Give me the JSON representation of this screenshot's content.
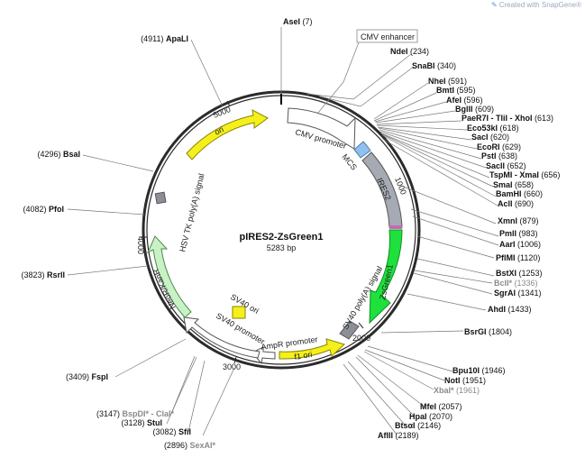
{
  "watermark": "Created with SnapGene®",
  "plasmid": {
    "name": "pIRES2-ZsGreen1",
    "size": "5283 bp"
  },
  "ticks": [
    "1000",
    "2000",
    "3000",
    "4000",
    "5000"
  ],
  "feature_labels": {
    "cmv_enhancer": "CMV enhancer",
    "cmv_promoter": "CMV promoter",
    "mcs": "MCS",
    "ires2": "IRES2",
    "zsgreen1": "ZsGreen1",
    "sv40_polya": "SV40 poly(A) signal",
    "f1_ori": "f1 ori",
    "ampr_promoter": "AmpR promoter",
    "sv40_promoter": "SV40 promoter",
    "sv40_ori": "SV40 ori",
    "neor": "NeoR/KanR",
    "hsv_tk": "HSV TK poly(A) signal",
    "ori": "ori"
  },
  "sites": [
    {
      "name": "AseI",
      "pos": "(7)"
    },
    {
      "name": "NdeI",
      "pos": "(234)"
    },
    {
      "name": "SnaBI",
      "pos": "(340)"
    },
    {
      "name": "NheI",
      "pos": "(591)"
    },
    {
      "name": "BmtI",
      "pos": "(595)"
    },
    {
      "name": "AfeI",
      "pos": "(596)"
    },
    {
      "name": "BglII",
      "pos": "(609)"
    },
    {
      "name": "PaeR7I - TliI - XhoI",
      "pos": "(613)"
    },
    {
      "name": "Eco53kI",
      "pos": "(618)"
    },
    {
      "name": "SacI",
      "pos": "(620)"
    },
    {
      "name": "EcoRI",
      "pos": "(629)"
    },
    {
      "name": "PstI",
      "pos": "(638)"
    },
    {
      "name": "SacII",
      "pos": "(652)"
    },
    {
      "name": "TspMI - XmaI",
      "pos": "(656)"
    },
    {
      "name": "SmaI",
      "pos": "(658)"
    },
    {
      "name": "BamHI",
      "pos": "(660)"
    },
    {
      "name": "AclI",
      "pos": "(690)"
    },
    {
      "name": "XmnI",
      "pos": "(879)"
    },
    {
      "name": "PmlI",
      "pos": "(983)"
    },
    {
      "name": "AarI",
      "pos": "(1006)"
    },
    {
      "name": "PflMI",
      "pos": "(1120)"
    },
    {
      "name": "BstXI",
      "pos": "(1253)"
    },
    {
      "name": "BclI*",
      "pos": "(1336)"
    },
    {
      "name": "SgrAI",
      "pos": "(1341)"
    },
    {
      "name": "AhdI",
      "pos": "(1433)"
    },
    {
      "name": "BsrGI",
      "pos": "(1804)"
    },
    {
      "name": "Bpu10I",
      "pos": "(1946)"
    },
    {
      "name": "NotI",
      "pos": "(1951)"
    },
    {
      "name": "XbaI*",
      "pos": "(1961)"
    },
    {
      "name": "MfeI",
      "pos": "(2057)"
    },
    {
      "name": "HpaI",
      "pos": "(2070)"
    },
    {
      "name": "BtsαI",
      "pos": "(2146)"
    },
    {
      "name": "AflII",
      "pos": "(2189)"
    },
    {
      "name": "SexAI*",
      "pos": "(2896)"
    },
    {
      "name": "SfiI",
      "pos": "(3082)"
    },
    {
      "name": "StuI",
      "pos": "(3128)"
    },
    {
      "name": "BspDI* - ClaI*",
      "pos": "(3147)"
    },
    {
      "name": "FspI",
      "pos": "(3409)"
    },
    {
      "name": "RsrII",
      "pos": "(3823)"
    },
    {
      "name": "PfoI",
      "pos": "(4082)"
    },
    {
      "name": "BsaI",
      "pos": "(4296)"
    },
    {
      "name": "ApaLI",
      "pos": "(4911)"
    }
  ]
}
